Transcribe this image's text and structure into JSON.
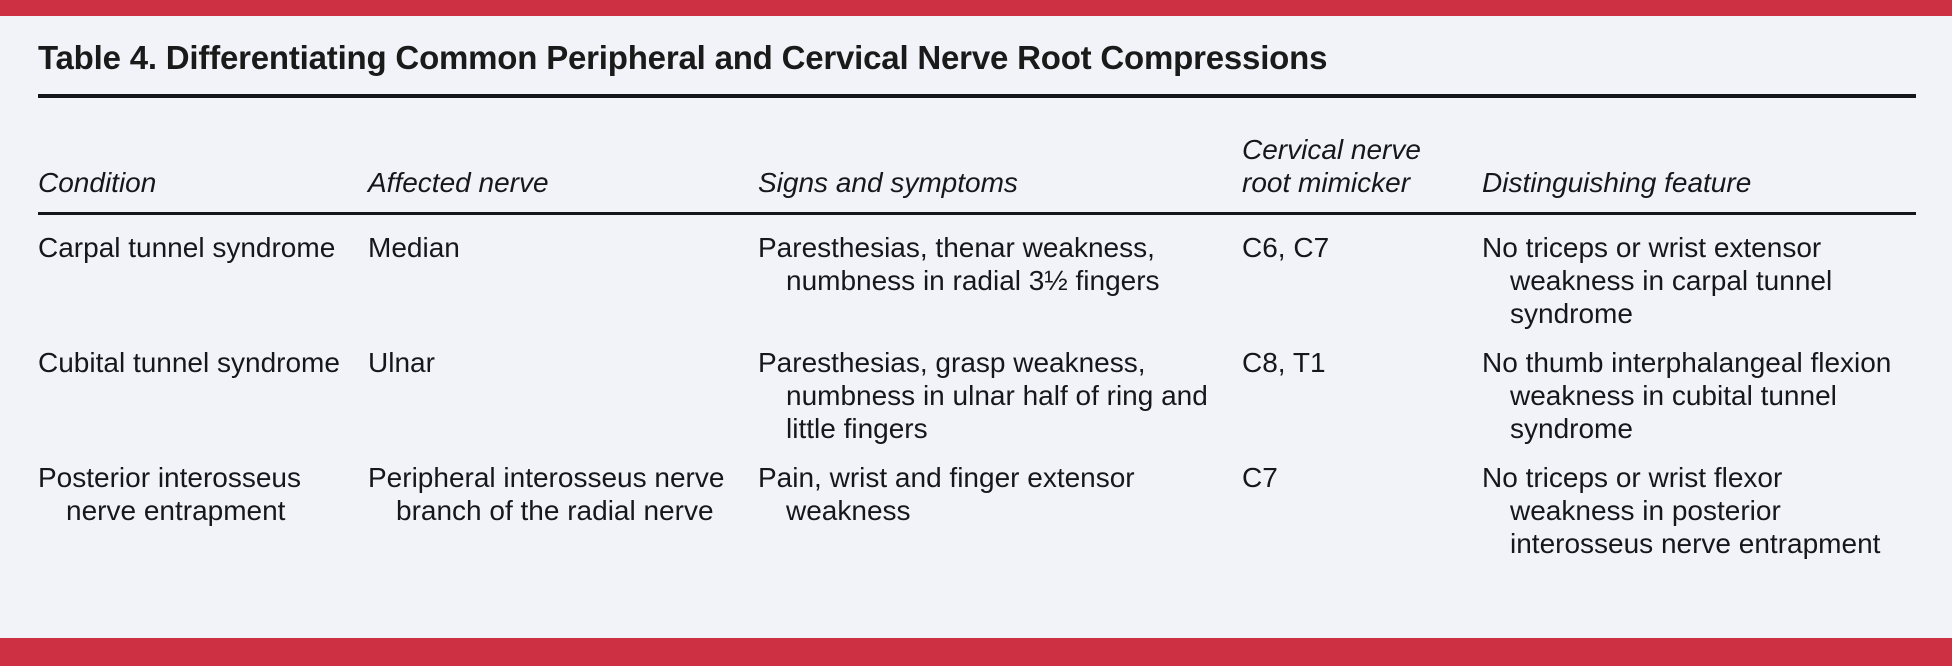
{
  "theme": {
    "accent_red": "#cd3042",
    "sheet_background": "#f2f3f9",
    "text_color": "#16171d",
    "rule_color": "#15161c"
  },
  "title": "Table 4. Differentiating Common Peripheral and Cervical Nerve Root Compressions",
  "table": {
    "headers": [
      {
        "line1": "Condition",
        "line2": ""
      },
      {
        "line1": "Affected nerve",
        "line2": ""
      },
      {
        "line1": "Signs and symptoms",
        "line2": ""
      },
      {
        "line1": "Cervical nerve",
        "line2": "root mimicker"
      },
      {
        "line1": "Distinguishing feature",
        "line2": ""
      }
    ],
    "rows": [
      {
        "condition": "Carpal tunnel syndrome",
        "affected_nerve": "Median",
        "signs_and_symptoms": "Paresthesias, thenar weakness, numbness in radial 3½ fingers",
        "cervical_nerve_root_mimicker": "C6, C7",
        "distinguishing_feature": "No triceps or wrist extensor weakness in carpal tunnel syndrome"
      },
      {
        "condition": "Cubital tunnel syndrome",
        "affected_nerve": "Ulnar",
        "signs_and_symptoms": "Paresthesias, grasp weakness, numbness in ulnar half of ring and little fingers",
        "cervical_nerve_root_mimicker": "C8, T1",
        "distinguishing_feature": "No thumb interphalangeal flexion weakness in cubital tunnel syndrome"
      },
      {
        "condition": "Posterior interosseus nerve entrapment",
        "affected_nerve": "Peripheral interosseus nerve branch of the radial nerve",
        "signs_and_symptoms": "Pain, wrist and finger extensor weakness",
        "cervical_nerve_root_mimicker": "C7",
        "distinguishing_feature": "No triceps or wrist flexor weakness in posterior interosseus nerve entrapment"
      }
    ]
  }
}
